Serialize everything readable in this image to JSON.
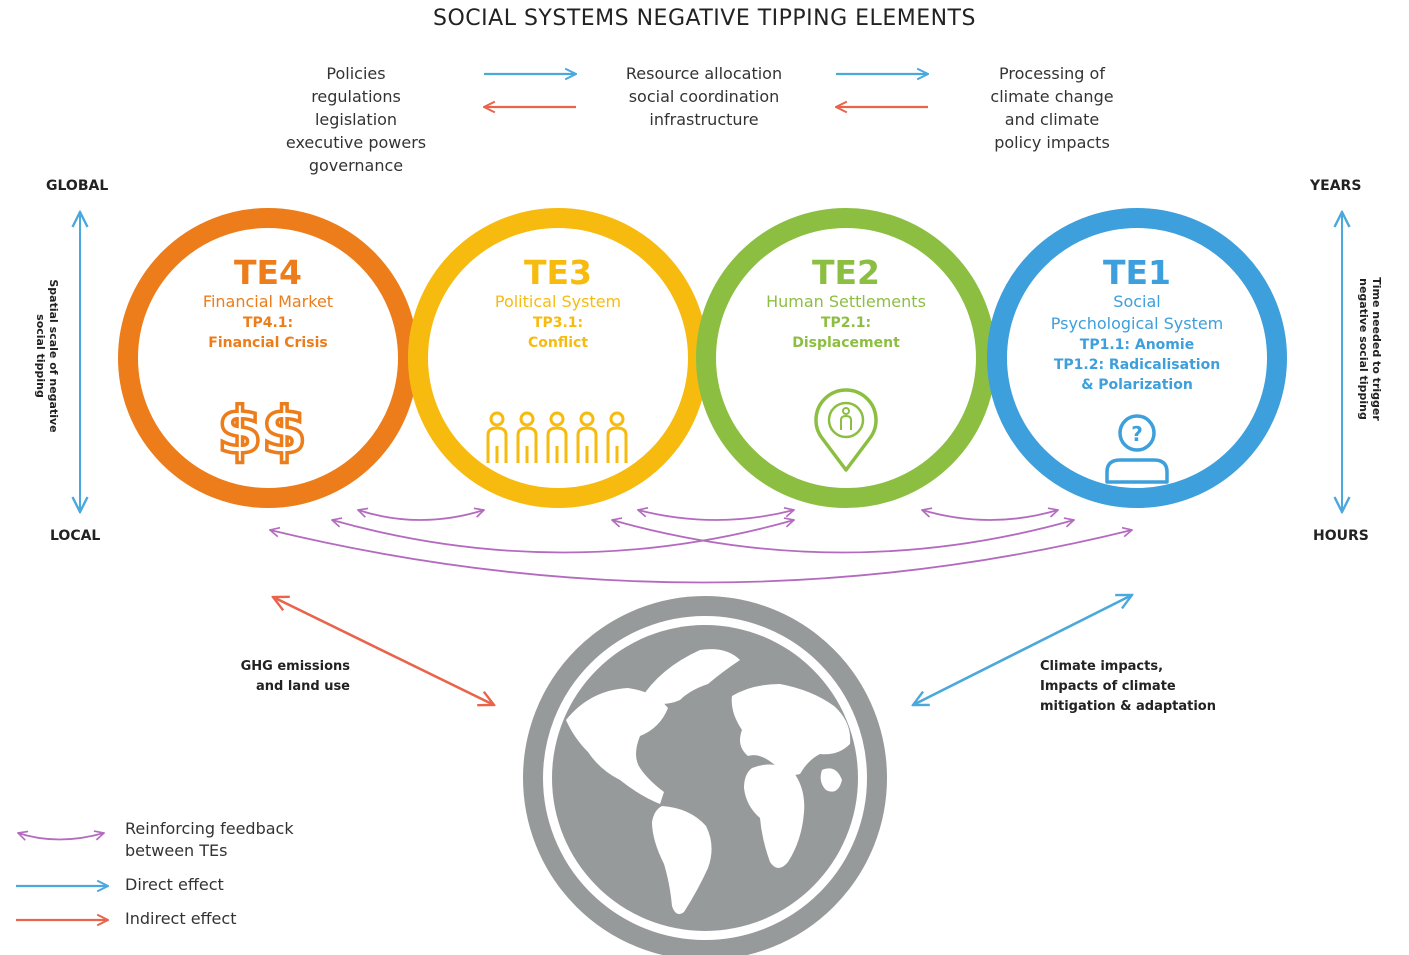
{
  "title": "SOCIAL SYSTEMS NEGATIVE TIPPING ELEMENTS",
  "flow": {
    "left": [
      "Policies",
      "regulations",
      "legislation",
      "executive powers",
      "governance"
    ],
    "middle": [
      "Resource allocation",
      "social coordination",
      "infrastructure"
    ],
    "right": [
      "Processing of",
      "climate change",
      "and climate",
      "policy impacts"
    ]
  },
  "spatial_scale": {
    "top": "GLOBAL",
    "bottom": "LOCAL",
    "label": [
      "Spatial scale of negative",
      "social tipping"
    ]
  },
  "time_scale": {
    "top": "YEARS",
    "bottom": "HOURS",
    "label": [
      "Time needed to trigger",
      "negative social tipping"
    ]
  },
  "elements": [
    {
      "id": "TE4",
      "name": [
        "Financial Market"
      ],
      "points": [
        "TP4.1:",
        "Financial Crisis"
      ],
      "color": "#EC7D1A",
      "icon": "dollar-icon"
    },
    {
      "id": "TE3",
      "name": [
        "Political System"
      ],
      "points": [
        "TP3.1:",
        "Conflict"
      ],
      "color": "#F7BB10",
      "icon": "people-icon"
    },
    {
      "id": "TE2",
      "name": [
        "Human Settlements"
      ],
      "points": [
        "TP2.1:",
        "Displacement"
      ],
      "color": "#8CBF41",
      "icon": "location-pin-icon"
    },
    {
      "id": "TE1",
      "name": [
        "Social",
        "Psychological System"
      ],
      "points": [
        "TP1.1: Anomie",
        "TP1.2: Radicalisation",
        "& Polarization"
      ],
      "color": "#3D9FDB",
      "icon": "person-question-icon"
    }
  ],
  "bottom_left": [
    "GHG emissions",
    "and land use"
  ],
  "bottom_right": [
    "Climate impacts,",
    "Impacts of climate",
    "mitigation & adaptation"
  ],
  "legend": {
    "reinforcing": [
      "Reinforcing feedback",
      "between TEs"
    ],
    "direct": "Direct effect",
    "indirect": "Indirect effect"
  },
  "colors": {
    "direct": "#4AA8DC",
    "indirect": "#E8644B",
    "feedback": "#B46BBF",
    "globe": "#979A9B",
    "text": "#222222"
  }
}
